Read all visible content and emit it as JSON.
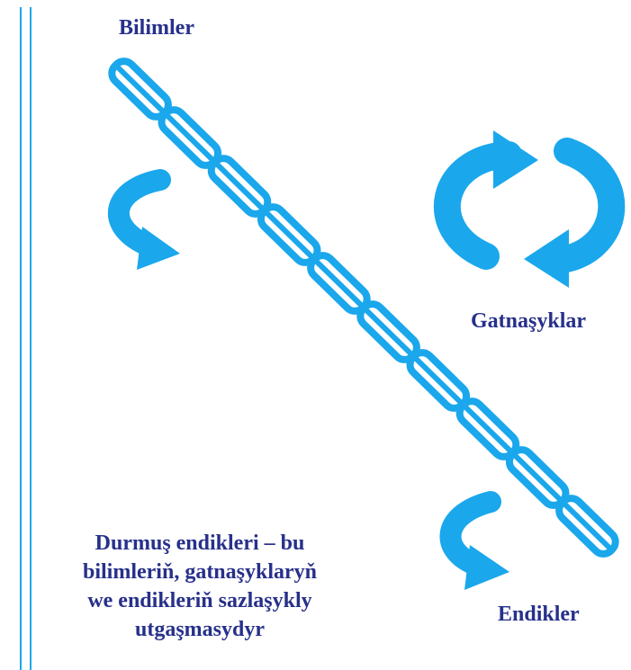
{
  "colors": {
    "chain": "#1aa7ec",
    "arrow": "#1aa7ec",
    "rule": "#1aa7ec",
    "text": "#27308a"
  },
  "labels": {
    "top": "Bilimler",
    "right": "Gatnaşyklar",
    "bottom_right": "Endikler"
  },
  "caption": {
    "line1": "Durmuş endikleri – bu",
    "line2": "bilimleriň, gatnaşyklaryň",
    "line3": "we endikleriň sazlaşykly",
    "line4": "utgaşmasydyr"
  },
  "icons": [
    "chain-icon",
    "rotate-arrow-icon",
    "cycle-arrows-icon"
  ]
}
